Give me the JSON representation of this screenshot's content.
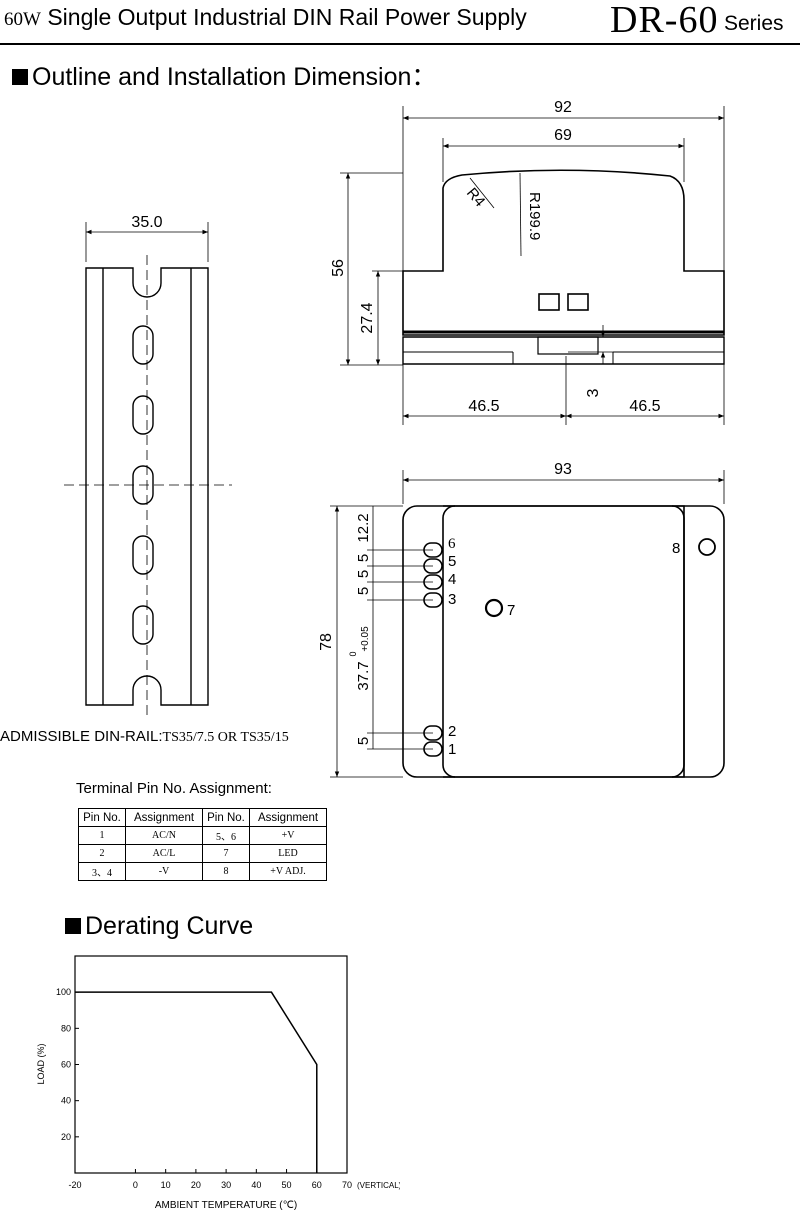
{
  "header": {
    "wattage": "60W",
    "title": "Single Output Industrial DIN Rail Power Supply",
    "model": "DR-60",
    "series": "Series"
  },
  "outline": {
    "title": "Outline and Installation Dimension："
  },
  "rail_drawing": {
    "width_label": "35.0"
  },
  "side_view": {
    "top_width": "92",
    "inner_width": "69",
    "radius_small": "R4",
    "radius_large": "R199.9",
    "height": "56",
    "rail_height": "27.4",
    "clip": "3",
    "left_half": "46.5",
    "right_half": "46.5"
  },
  "front_view": {
    "width": "93",
    "height": "78",
    "d_top": "12.2",
    "d_pitch_a": "5",
    "d_pitch_b": "5",
    "d_middle": "37.7",
    "d_middle_tol_upper": "0",
    "d_middle_tol_lower": "+0.05",
    "d_bottom": "5",
    "pins": [
      "6",
      "5",
      "4",
      "3",
      "2",
      "1",
      "7",
      "8"
    ]
  },
  "din_rail": {
    "label": "ADMISSIBLE DIN-RAIL:",
    "value": "TS35/7.5 OR TS35/15"
  },
  "terminal_table": {
    "title": "Terminal Pin No. Assignment:",
    "headers": [
      "Pin No.",
      "Assignment",
      "Pin No.",
      "Assignment"
    ],
    "rows": [
      [
        "1",
        "AC/N",
        "5、6",
        "+V"
      ],
      [
        "2",
        "AC/L",
        "7",
        "LED"
      ],
      [
        "3、4",
        "-V",
        "8",
        "+V ADJ."
      ]
    ]
  },
  "derating": {
    "title": "Derating Curve"
  },
  "chart_data": {
    "type": "line",
    "title": "",
    "xlabel": "AMBIENT TEMPERATURE (℃)",
    "ylabel": "LOAD (%)",
    "x_ticks": [
      "-20",
      "0",
      "10",
      "20",
      "30",
      "40",
      "50",
      "60",
      "70"
    ],
    "x_tick_suffix": "(VERTICAL)",
    "y_ticks": [
      "20",
      "40",
      "60",
      "80",
      "100"
    ],
    "xlim": [
      -20,
      70
    ],
    "ylim": [
      0,
      120
    ],
    "grid": false,
    "series": [
      {
        "x": [
          -20,
          45,
          60,
          60
        ],
        "y": [
          100,
          100,
          60,
          0
        ]
      }
    ]
  }
}
